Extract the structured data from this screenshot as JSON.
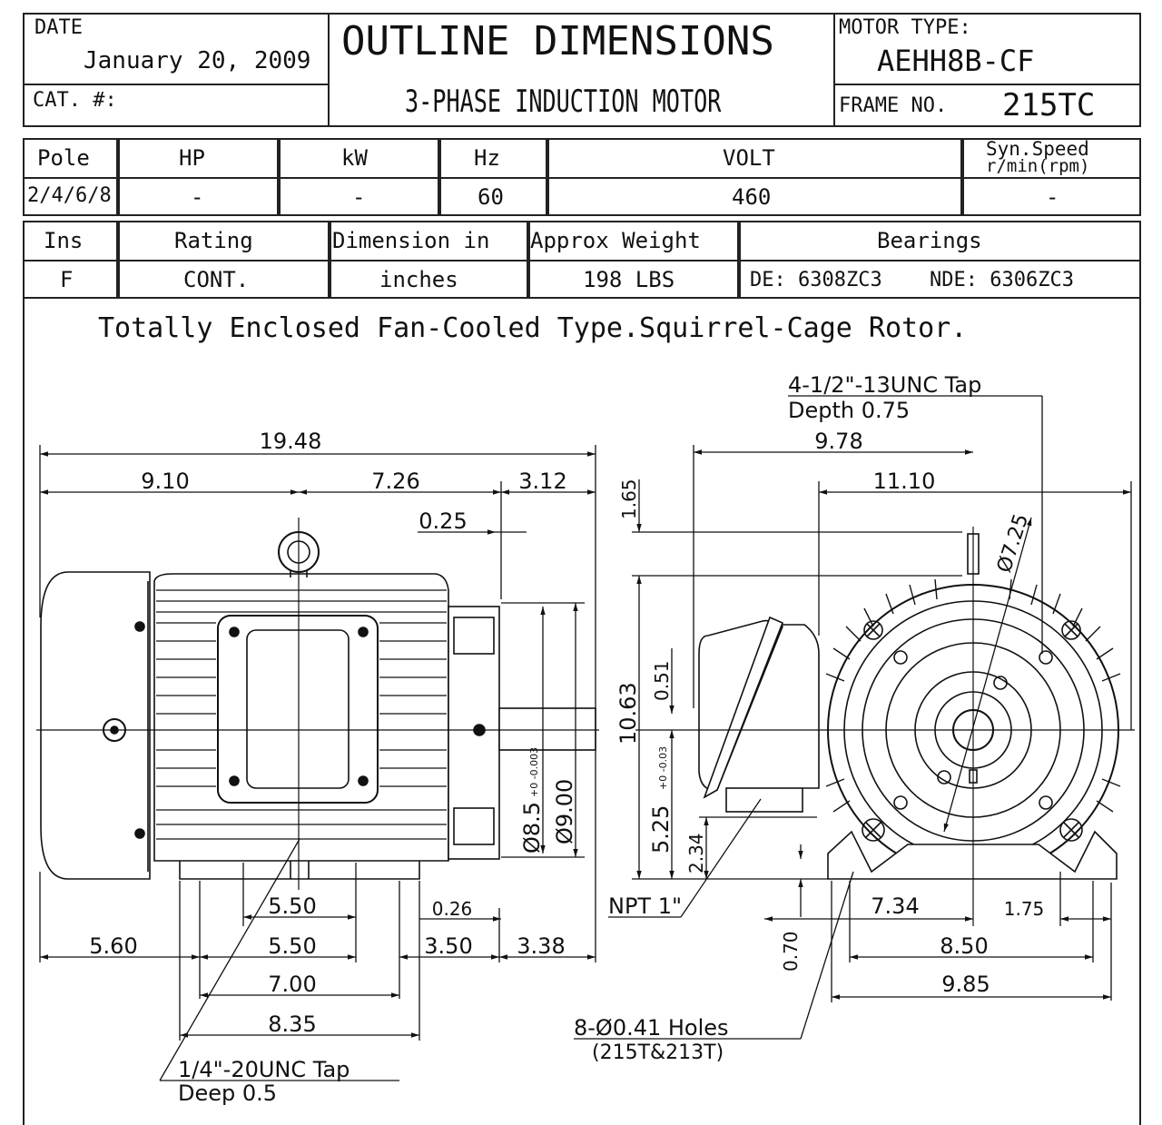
{
  "header": {
    "date_label": "DATE",
    "date_value": "January 20, 2009",
    "cat_label": "CAT. #:",
    "title": "OUTLINE DIMENSIONS",
    "subtitle": "3-PHASE INDUCTION MOTOR",
    "motor_type_label": "MOTOR TYPE:",
    "motor_type_value": "AEHH8B-CF",
    "frame_label": "FRAME NO.",
    "frame_value": "215TC"
  },
  "spec_table_1": {
    "headers": [
      "Pole",
      "HP",
      "kW",
      "Hz",
      "VOLT",
      "Syn.Speed",
      "r/min(rpm)"
    ],
    "values": [
      "2/4/6/8",
      "-",
      "-",
      "60",
      "460",
      "-"
    ]
  },
  "spec_table_2": {
    "headers": [
      "Ins",
      "Rating",
      "Dimension in",
      "Approx Weight",
      "Bearings"
    ],
    "values": [
      "F",
      "CONT.",
      "inches",
      "198 LBS",
      "DE: 6308ZC3",
      "NDE: 6306ZC3"
    ]
  },
  "description": "Totally Enclosed Fan-Cooled Type.Squirrel-Cage Rotor.",
  "side_view": {
    "dims": [
      "19.48",
      "9.10",
      "7.26",
      "3.12",
      "0.25",
      "5.50",
      "0.26",
      "5.60",
      "5.50",
      "3.50",
      "3.38",
      "7.00",
      "8.35",
      "Ø8.5",
      "+0 -0.003",
      "Ø9.00"
    ],
    "note_1": "1/4\"-20UNC Tap",
    "note_2": "Deep 0.5"
  },
  "end_view": {
    "dims": [
      "9.78",
      "11.10",
      "1.65",
      "10.63",
      "0.51",
      "5.25",
      "+0 -0.03",
      "2.34",
      "7.34",
      "1.75",
      "0.70",
      "8.50",
      "9.85",
      "Ø7.25"
    ],
    "tap_note_1": "4-1/2\"-13UNC Tap",
    "tap_note_2": "Depth 0.75",
    "npt_note": "NPT 1\"",
    "holes_note_1": "8-Ø0.41 Holes",
    "holes_note_2": "(215T&213T)"
  }
}
